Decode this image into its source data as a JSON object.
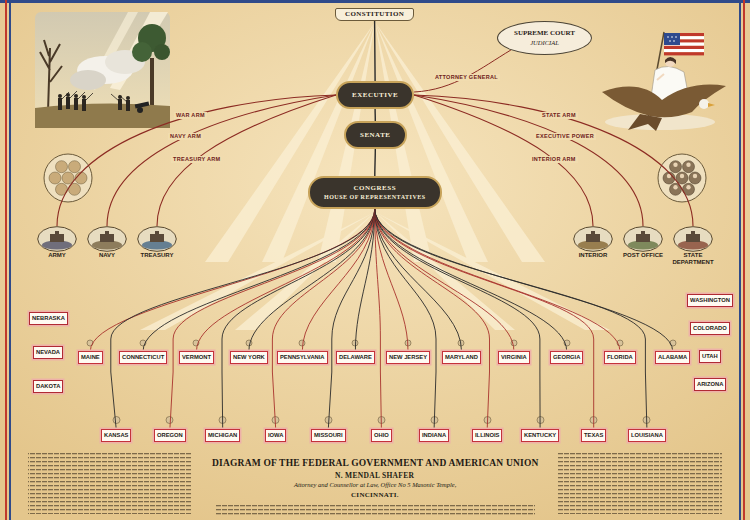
{
  "diagram": {
    "title": "DIAGRAM OF THE FEDERAL GOVERNMENT AND AMERICAN UNION",
    "nodes": [
      {
        "text": [
          "CONSTITUTION"
        ]
      },
      {
        "text": [
          "SUPREME COURT",
          "JUDICIAL"
        ]
      },
      {
        "text": [
          "EXECUTIVE"
        ]
      },
      {
        "text": [
          "SENATE"
        ]
      },
      {
        "text": [
          "CONGRESS",
          "HOUSE OF REPRESENTATIVES"
        ]
      },
      {
        "text": [
          "ARMY"
        ]
      },
      {
        "text": [
          "NAVY"
        ]
      },
      {
        "text": [
          "TREASURY"
        ]
      },
      {
        "text": [
          "INTERIOR"
        ]
      },
      {
        "text": [
          "POST OFFICE"
        ]
      },
      {
        "text": [
          "STATE DEPARTMENT"
        ]
      },
      {
        "text": [
          "NEBRASKA"
        ]
      },
      {
        "text": [
          "NEVADA"
        ]
      },
      {
        "text": [
          "DAKOTA"
        ]
      },
      {
        "text": [
          "WASHINGTON"
        ]
      },
      {
        "text": [
          "COLORADO"
        ]
      },
      {
        "text": [
          "UTAH"
        ]
      },
      {
        "text": [
          "ARIZONA"
        ]
      },
      {
        "text": [
          "MAINE"
        ]
      },
      {
        "text": [
          "CONNECTICUT"
        ]
      },
      {
        "text": [
          "VERMONT"
        ]
      },
      {
        "text": [
          "NEW YORK"
        ]
      },
      {
        "text": [
          "PENNSYLVANIA"
        ]
      },
      {
        "text": [
          "DELAWARE"
        ]
      },
      {
        "text": [
          "NEW JERSEY"
        ]
      },
      {
        "text": [
          "MARYLAND"
        ]
      },
      {
        "text": [
          "VIRGINIA"
        ]
      },
      {
        "text": [
          "GEORGIA"
        ]
      },
      {
        "text": [
          "FLORIDA"
        ]
      },
      {
        "text": [
          "ALABAMA"
        ]
      },
      {
        "text": [
          "KANSAS"
        ]
      },
      {
        "text": [
          "OREGON"
        ]
      },
      {
        "text": [
          "MICHIGAN"
        ]
      },
      {
        "text": [
          "IOWA"
        ]
      },
      {
        "text": [
          "MISSOURI"
        ]
      },
      {
        "text": [
          "OHIO"
        ]
      },
      {
        "text": [
          "INDIANA"
        ]
      },
      {
        "text": [
          "ILLINOIS"
        ]
      },
      {
        "text": [
          "KENTUCKY"
        ]
      },
      {
        "text": [
          "TEXAS"
        ]
      },
      {
        "text": [
          "LOUISIANA"
        ]
      }
    ],
    "edges": [
      {
        "from": 0,
        "to": 2,
        "arrow": "none"
      },
      {
        "from": 2,
        "to": 3,
        "arrow": "none"
      },
      {
        "from": 3,
        "to": 4,
        "arrow": "none"
      },
      {
        "from": 2,
        "to": 1,
        "label": "ATTORNEY GENERAL",
        "arrow": "none"
      },
      {
        "from": 2,
        "to": 5,
        "label": "WAR ARM",
        "arrow": "none"
      },
      {
        "from": 2,
        "to": 6,
        "label": "NAVY ARM",
        "arrow": "none"
      },
      {
        "from": 2,
        "to": 7,
        "label": "TREASURY ARM",
        "arrow": "none"
      },
      {
        "from": 2,
        "to": 8,
        "label": "INTERIOR ARM",
        "arrow": "none"
      },
      {
        "from": 2,
        "to": 9,
        "label": "EXECUTIVE POWER",
        "arrow": "none"
      },
      {
        "from": 2,
        "to": 10,
        "label": "STATE ARM",
        "arrow": "none"
      },
      {
        "from": 4,
        "to": 18,
        "arrow": "none"
      },
      {
        "from": 4,
        "to": 19,
        "arrow": "none"
      },
      {
        "from": 4,
        "to": 20,
        "arrow": "none"
      },
      {
        "from": 4,
        "to": 21,
        "arrow": "none"
      },
      {
        "from": 4,
        "to": 22,
        "arrow": "none"
      },
      {
        "from": 4,
        "to": 23,
        "arrow": "none"
      },
      {
        "from": 4,
        "to": 24,
        "arrow": "none"
      },
      {
        "from": 4,
        "to": 25,
        "arrow": "none"
      },
      {
        "from": 4,
        "to": 26,
        "arrow": "none"
      },
      {
        "from": 4,
        "to": 27,
        "arrow": "none"
      },
      {
        "from": 4,
        "to": 28,
        "arrow": "none"
      },
      {
        "from": 4,
        "to": 29,
        "arrow": "none"
      },
      {
        "from": 4,
        "to": 30,
        "arrow": "none"
      },
      {
        "from": 4,
        "to": 31,
        "arrow": "none"
      },
      {
        "from": 4,
        "to": 32,
        "arrow": "none"
      },
      {
        "from": 4,
        "to": 33,
        "arrow": "none"
      },
      {
        "from": 4,
        "to": 34,
        "arrow": "none"
      },
      {
        "from": 4,
        "to": 35,
        "arrow": "none"
      },
      {
        "from": 4,
        "to": 36,
        "arrow": "none"
      },
      {
        "from": 4,
        "to": 37,
        "arrow": "none"
      },
      {
        "from": 4,
        "to": 38,
        "arrow": "none"
      },
      {
        "from": 4,
        "to": 39,
        "arrow": "none"
      },
      {
        "from": 4,
        "to": 40,
        "arrow": "none"
      }
    ],
    "labels": [
      "N. MENDAL SHAFER",
      "Attorney and Counsellor at Law, Office No 5 Masonic Temple,",
      "CINCINNATI."
    ]
  }
}
